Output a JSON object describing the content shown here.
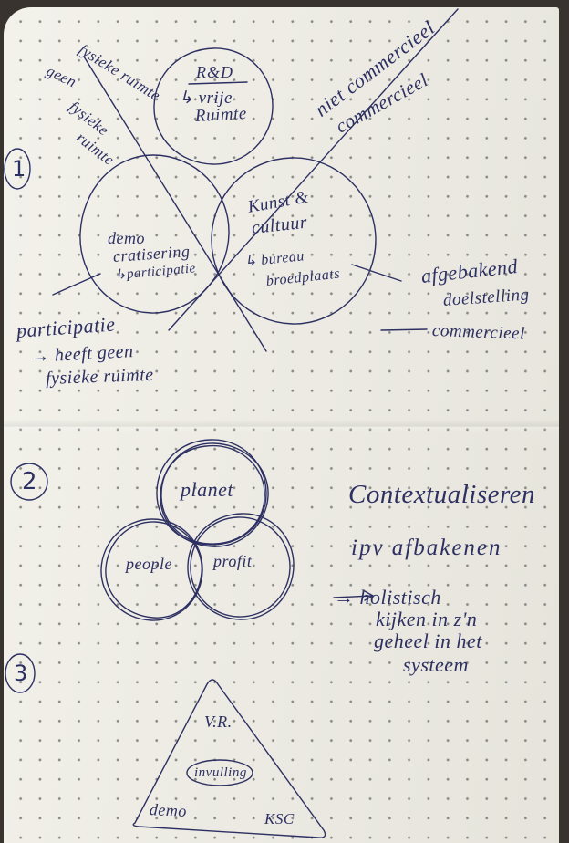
{
  "colors": {
    "paper": "#efede4",
    "ink": "#2d3062",
    "backdrop": "#38332e",
    "dot": "#8a8a86"
  },
  "section1": {
    "number": "1",
    "rd_circle": {
      "title": "R&D",
      "line1": "↳ vrije",
      "line2": "Ruimte"
    },
    "demo_circle": {
      "line1": "demo",
      "line2": "cratisering",
      "line3": "↳participatie"
    },
    "kunst_circle": {
      "line1": "Kunst &",
      "line2": "cultuur",
      "line3": "↳ bureau",
      "line4": "broedplaats"
    },
    "physical_axis": {
      "above": "fysieke ruimte",
      "below_1": "geen",
      "below_2": "fysieke",
      "below_3": "ruimte"
    },
    "commercial_axis": {
      "above": "niet commercieel",
      "below": "commercieel"
    },
    "side_note": {
      "line1": "afgebakend",
      "line2": "doelstelling",
      "line3": "commercieel"
    },
    "bottom_note": {
      "line1": "participatie",
      "line2": "→ heeft geen",
      "line3": "fysieke ruimte"
    }
  },
  "section2": {
    "number": "2",
    "circles": {
      "top": "planet",
      "left": "people",
      "right": "profit"
    },
    "note": {
      "line1": "Contextualiseren",
      "line2": "ipv afbakenen",
      "line3": "→ holistisch",
      "line4": "kijken in z'n",
      "line5": "geheel in het",
      "line6": "systeem"
    }
  },
  "section3": {
    "number": "3",
    "triangle": {
      "top": "V.R.",
      "center": "invulling",
      "bottom_left": "demo",
      "bottom_right": "KSC"
    }
  }
}
